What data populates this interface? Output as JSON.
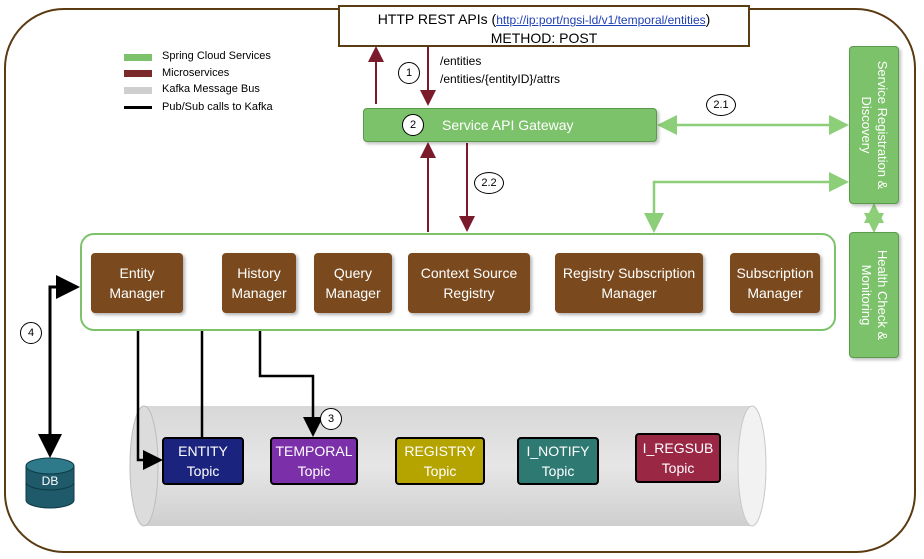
{
  "legend": [
    {
      "label": "Spring Cloud Services",
      "color": "#7cc26a"
    },
    {
      "label": "Microservices",
      "color": "#7a2a2a"
    },
    {
      "label": "Kafka Message Bus",
      "color": "#cfcfcf"
    },
    {
      "label": "Pub/Sub calls to Kafka",
      "color": "#000000"
    }
  ],
  "http": {
    "title": "HTTP REST APIs (",
    "link": "http://ip:port/ngsi-ld/v1/temporal/entities",
    "close": ")",
    "method": "METHOD: POST",
    "paths": [
      "/entities",
      "/entities/{entityID}/attrs"
    ]
  },
  "gateway": {
    "label": "Service API Gateway"
  },
  "side_services": {
    "registration": "Service Registration & Discovery",
    "health": "Health Check & Monitoring"
  },
  "microservices": [
    {
      "name": "Entity Manager",
      "l1": "Entity",
      "l2": "Manager"
    },
    {
      "name": "History Manager",
      "l1": "History",
      "l2": "Manager"
    },
    {
      "name": "Query Manager",
      "l1": "Query",
      "l2": "Manager"
    },
    {
      "name": "Context Source Registry",
      "l1": "Context Source",
      "l2": "Registry"
    },
    {
      "name": "Registry Subscription Manager",
      "l1": "Registry Subscription",
      "l2": "Manager"
    },
    {
      "name": "Subscription Manager",
      "l1": "Subscription",
      "l2": "Manager"
    }
  ],
  "topics": [
    {
      "name": "ENTITY",
      "sub": "Topic",
      "bg": "#1a237e",
      "fg": "#ffffff"
    },
    {
      "name": "TEMPORAL",
      "sub": "Topic",
      "bg": "#7b2fa8",
      "fg": "#ffffff"
    },
    {
      "name": "REGISTRY",
      "sub": "Topic",
      "bg": "#b5a300",
      "fg": "#ffffff"
    },
    {
      "name": "I_NOTIFY",
      "sub": "Topic",
      "bg": "#2e7a72",
      "fg": "#ffffff"
    },
    {
      "name": "I_REGSUB",
      "sub": "Topic",
      "bg": "#9a2845",
      "fg": "#ffffff"
    }
  ],
  "steps": {
    "s1": "1",
    "s2": "2",
    "s21": "2.1",
    "s22": "2.2",
    "s3": "3",
    "s4": "4"
  },
  "db": {
    "label": "DB"
  },
  "colors": {
    "frame": "#5a3b12",
    "green": "#7cc26a",
    "maroon": "#7a1a2a",
    "microservice": "#7a4a1e"
  }
}
